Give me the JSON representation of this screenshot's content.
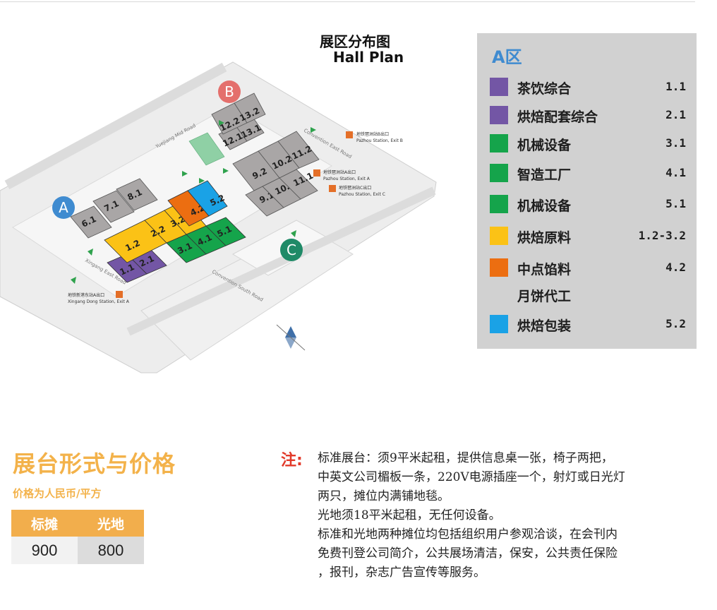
{
  "map": {
    "title_cn": "展区分布图",
    "title_en": "Hall Plan",
    "zones": [
      "A",
      "B",
      "C"
    ],
    "halls": {
      "h6_1": "6.1",
      "h7_1": "7.1",
      "h8_1": "8.1",
      "h1_1": "1.1",
      "h2_1": "2.1",
      "h3_1": "3.1",
      "h4_1": "4.1",
      "h5_1": "5.1",
      "h1_2": "1.2",
      "h2_2": "2.2",
      "h3_2": "3.2",
      "h4_2": "4.2",
      "h5_2": "5.2",
      "h9_1": "9.1",
      "h10_1": "10.1",
      "h11_1": "11.1",
      "h9_2": "9.2",
      "h10_2": "10.2",
      "h11_2": "11.2",
      "h12_1": "12.1",
      "h13_1": "13.1",
      "h12_2": "12.2",
      "h13_2": "13.2"
    },
    "roads": {
      "yuejiang_mid": "Yuejiang Mid Road",
      "convention_east": "Convention East Road",
      "xingang_east": "Xingang East Road",
      "convention_south": "Convention South Road"
    },
    "stations": {
      "exit_b_cn": "地铁琶洲站B出口",
      "exit_b_en": "Pazhou Station, Exit B",
      "exit_a_cn": "地铁琶洲站A出口",
      "exit_a_en": "Pazhou Station, Exit A",
      "exit_c_cn": "地铁琶洲站C出口",
      "exit_c_en": "Pazhou Station, Exit C",
      "xingang_cn": "地铁新港东站A出口",
      "xingang_en": "Xingang Dong Station, Exit A"
    }
  },
  "legend": {
    "title": "A区",
    "items": [
      {
        "label": "茶饮综合",
        "code": "1.1",
        "color": "#7356a5"
      },
      {
        "label": "烘焙配套综合",
        "code": "2.1",
        "color": "#7356a5"
      },
      {
        "label": "机械设备",
        "code": "3.1",
        "color": "#15a44b"
      },
      {
        "label": "智造工厂",
        "code": "4.1",
        "color": "#15a44b"
      },
      {
        "label": "机械设备",
        "code": "5.1",
        "color": "#15a44b"
      },
      {
        "label": "烘焙原料",
        "code": "1.2-3.2",
        "color": "#fbc216"
      },
      {
        "label": "中点馅料",
        "code": "4.2",
        "color": "#ec6e11"
      },
      {
        "label": "月饼代工",
        "code": "",
        "color": ""
      },
      {
        "label": "烘焙包装",
        "code": "5.2",
        "color": "#1aa2e6"
      }
    ]
  },
  "pricing": {
    "heading": "展台形式与价格",
    "subheading": "价格为人民币/平方",
    "headers": [
      "标摊",
      "光地"
    ],
    "values": [
      "900",
      "800"
    ]
  },
  "notes": {
    "mark": "注:",
    "lines": [
      "标准展台：须9平米起租，提供信息桌一张，椅子两把，",
      "中英文公司楣板一条，220V电源插座一个，射灯或日光灯",
      "两只，摊位内满铺地毯。",
      "光地须18平米起租，无任何设备。",
      "标准和光地两种摊位均包括组织用户参观洽谈，在会刊内",
      "免费刊登公司简介，公共展场清洁，保安，公共责任保险",
      "，报刊，杂志广告宣传等服务。"
    ]
  },
  "colors": {
    "purple": "#7356a5",
    "green": "#15a44b",
    "yellow": "#fbc216",
    "orange": "#ec6e11",
    "blue": "#1aa2e6",
    "gray_hall": "#a9a6a6",
    "zone_a": "#3f8bd0",
    "zone_b": "#e46f6c",
    "zone_c": "#1f8a67",
    "price_accent": "#f2ae4c",
    "note_red": "#e23a2a"
  }
}
